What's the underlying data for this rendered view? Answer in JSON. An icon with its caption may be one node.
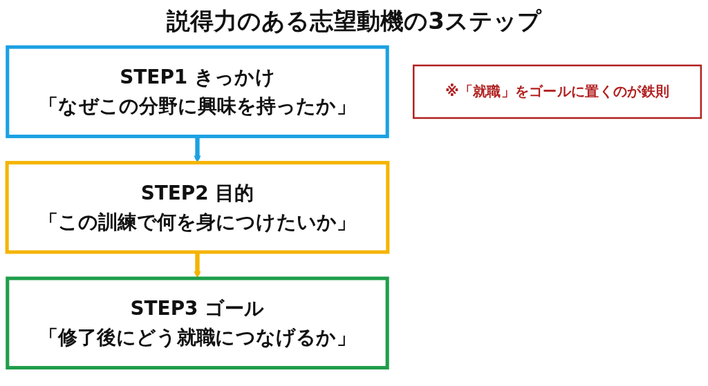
{
  "diagram": {
    "title": "説得力のある志望動機の3ステップ",
    "nodes": [
      {
        "text": [
          "STEP1 きっかけ",
          "「なぜこの分野に興味を持ったか」"
        ]
      },
      {
        "text": [
          "STEP2 目的",
          "「この訓練で何を身につけたいか」"
        ]
      },
      {
        "text": [
          "STEP3 ゴール",
          "「修了後にどう就職につなげるか」"
        ]
      },
      {
        "text": [
          "※「就職」をゴールに置くのが鉄則"
        ]
      }
    ],
    "edges": [
      {
        "from": 0,
        "to": 1,
        "arrow": "to",
        "color": "#1ba1e2"
      },
      {
        "from": 1,
        "to": 2,
        "arrow": "to",
        "color": "#f5b400"
      }
    ]
  }
}
